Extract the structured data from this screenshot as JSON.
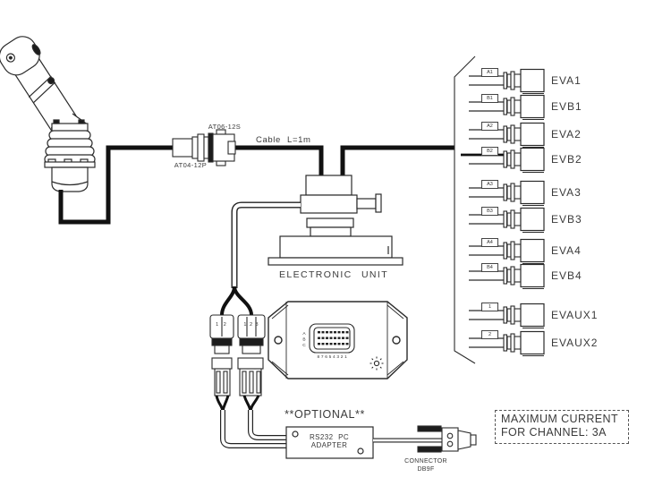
{
  "labels": {
    "at06": "AT06-12S",
    "at04": "AT04-12P",
    "cable": "Cable L=1m",
    "electronic_unit": "ELECTRONIC UNIT",
    "optional": "**OPTIONAL**",
    "rs232_line1": "RS232 PC",
    "rs232_line2": "ADAPTER",
    "db9_line1": "CONNECTOR",
    "db9_line2": "DB9F"
  },
  "ecu_connector": {
    "row_a": "A",
    "row_b": "B",
    "row_c": "C",
    "pin_numbers": "87654321"
  },
  "split_connectors": {
    "left_pins": "1 2",
    "right_pins": "1 2 3"
  },
  "channels": [
    {
      "tag": "A1",
      "name": "EVA1"
    },
    {
      "tag": "B1",
      "name": "EVB1"
    },
    {
      "tag": "A2",
      "name": "EVA2"
    },
    {
      "tag": "B2",
      "name": "EVB2"
    },
    {
      "tag": "A3",
      "name": "EVA3"
    },
    {
      "tag": "B3",
      "name": "EVB3"
    },
    {
      "tag": "A4",
      "name": "EVA4"
    },
    {
      "tag": "B4",
      "name": "EVB4"
    },
    {
      "tag": "1",
      "name": "EVAUX1"
    },
    {
      "tag": "2",
      "name": "EVAUX2"
    }
  ],
  "note": {
    "line1": "MAXIMUM CURRENT",
    "line2": "FOR CHANNEL: 3A"
  },
  "colors": {
    "line": "#222222",
    "cable": "#111111",
    "text": "#3a3a3a"
  }
}
